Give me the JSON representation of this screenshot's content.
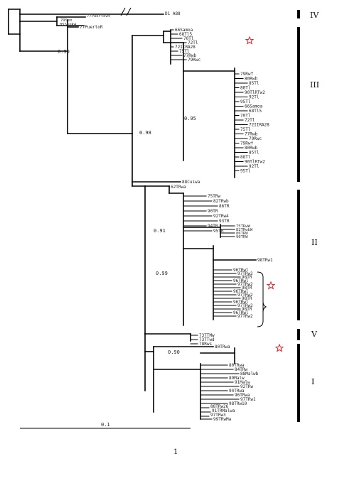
{
  "genotypes": [
    "IV",
    "III",
    "II",
    "V",
    "I"
  ],
  "support_values": [
    "0.90",
    "0.98",
    "0.95",
    "0.91",
    "0.99",
    "0.90"
  ],
  "scale_bar": {
    "label": "0.1"
  },
  "page_number": "1",
  "leaves": {
    "outgroup": [
      "77Puerto",
      "79Sen",
      "85Sen",
      "D1 A88",
      "77PuertoR"
    ],
    "clade3": [
      "66Samoa",
      "68Tl5",
      "70Tl",
      "72Tl",
      "72IIRA28",
      "75Tl",
      "77Rwb",
      "79Rwc",
      "79Rwf",
      "80Rwb",
      "85Tl",
      "88Tl",
      "90TlRTw2",
      "92Tl",
      "95Tl"
    ],
    "clade3_top": "88Cuiwa",
    "clade2_head": "62TRwa",
    "clade2": [
      "75TRw",
      "82TRwb",
      "86TR",
      "90TR",
      "92TRw4",
      "93TR",
      "94TR",
      "95TR"
    ],
    "clade2_mid": [
      "96TRwl",
      "97TRw2",
      "98TR"
    ],
    "clade2_right": "98TRw1",
    "clade5": [
      "73TTMw",
      "73TTwd",
      "78Rws"
    ],
    "clade1": [
      "80TRwa",
      "84TRw",
      "88Malwb",
      "89Malw",
      "91Malw",
      "92TRw",
      "94TRwa",
      "96TRwa",
      "97TRw1",
      "98TRw10"
    ],
    "clade1_bottom": [
      "88TRw26",
      "91TRMalwa",
      "97TRw3",
      "99TRwMa"
    ]
  }
}
